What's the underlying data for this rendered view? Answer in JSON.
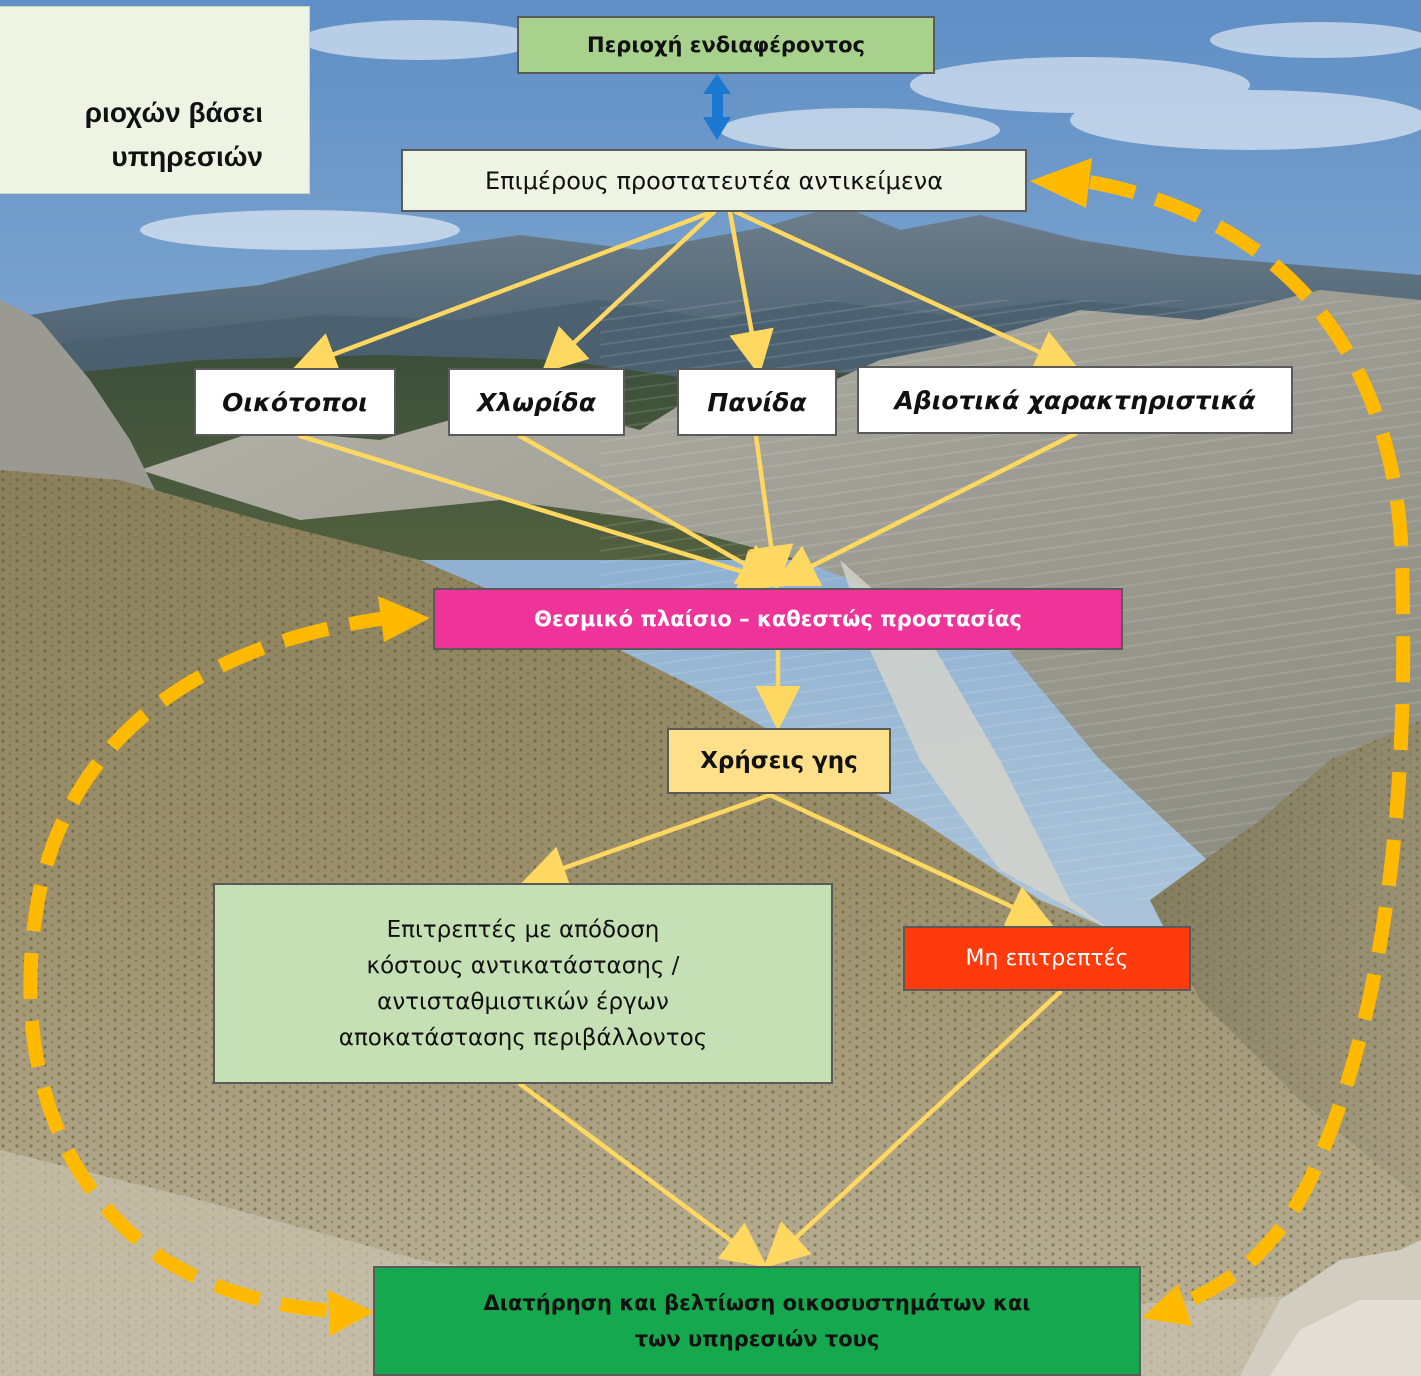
{
  "title_fragment": "ριοχών βάσει\nυπηρεσιών",
  "colors": {
    "green_light": "#a9d18e",
    "pale_green": "#eef4e4",
    "white": "#ffffff",
    "magenta": "#ee3399",
    "yellow_light": "#ffe08a",
    "mint": "#c5e0b4",
    "red": "#ff3a0c",
    "green_dark": "#16a84e",
    "arrow_yellow": "#ffd862",
    "dashed_orange": "#ffba00",
    "double_arrow_blue": "#1a78d0"
  },
  "nodes": {
    "region": "Περιοχή ενδιαφέροντος",
    "protected_objects": "Επιμέρους προστατευτέα αντικείμενα",
    "habitats": "Οικότοποι",
    "flora": "Χλωρίδα",
    "fauna": "Πανίδα",
    "abiotic": "Αβιοτικά χαρακτηριστικά",
    "legal_framework": "Θεσμικό πλαίσιο – καθεστώς προστασίας",
    "land_uses": "Χρήσεις γης",
    "permitted": "Επιτρεπτές με απόδοση\nκόστους αντικατάστασης  /\nαντισταθμιστικών έργων\nαποκατάστασης περιβάλλοντος",
    "not_permitted": "Μη επιτρεπτές",
    "conservation": "Διατήρηση και βελτίωση οικοσυστημάτων και\nτων υπηρεσιών τους"
  }
}
